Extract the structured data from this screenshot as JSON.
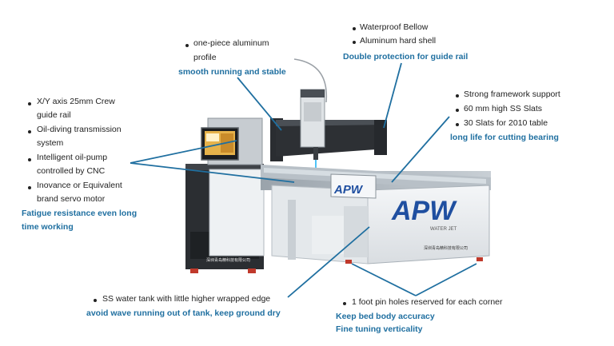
{
  "machine": {
    "brand_large": "APW",
    "brand_panel": "APW",
    "brand_sub": "WATER JET",
    "company_cn": "深圳青岛精科技有限公司"
  },
  "callouts": {
    "aluminum_profile": {
      "items": [
        "one-piece aluminum",
        "profile"
      ],
      "highlight": "smooth running and stable"
    },
    "bellow": {
      "items": [
        "Waterproof Bellow",
        "Aluminum hard shell"
      ],
      "highlight": "Double protection for guide rail"
    },
    "guide_rail": {
      "items": [
        "X/Y axis 25mm Crew",
        "guide rail",
        "Oil-diving transmission",
        "system",
        "Intelligent oil-pump",
        "controlled by CNC",
        "Inovance or Equivalent",
        "brand servo motor"
      ],
      "highlight": [
        "Fatigue resistance even long",
        "time working"
      ]
    },
    "framework": {
      "items": [
        "Strong framework support",
        "60 mm high SS Slats",
        "30 Slats for 2010 table"
      ],
      "highlight": "long life for cutting bearing"
    },
    "water_tank": {
      "items": [
        "SS water tank with little higher wrapped edge"
      ],
      "highlight": "avoid wave running out of tank, keep ground dry"
    },
    "pin_holes": {
      "items": [
        "1 foot pin holes reserved for each corner"
      ],
      "highlight": [
        "Keep bed body accuracy",
        "Fine tuning verticality"
      ]
    }
  }
}
